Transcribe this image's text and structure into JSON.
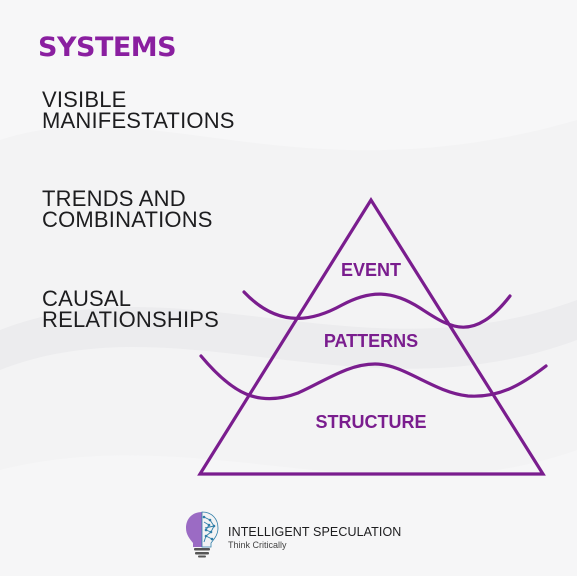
{
  "title": "SYSTEMS",
  "levels": [
    {
      "lines": [
        "VISIBLE",
        "MANIFESTATIONS"
      ]
    },
    {
      "lines": [
        "TRENDS AND",
        "COMBINATIONS"
      ]
    },
    {
      "lines": [
        "CAUSAL",
        "RELATIONSHIPS"
      ]
    }
  ],
  "pyramid": {
    "tiers": [
      "EVENT",
      "PATTERNS",
      "STRUCTURE"
    ]
  },
  "logo": {
    "name": "INTELLIGENT SPECULATION",
    "tagline": "Think Critically"
  },
  "colors": {
    "accent": "#7a1d8e",
    "title": "#8a1fa0",
    "text": "#1d1d1f",
    "background": "#f3f3f4"
  }
}
